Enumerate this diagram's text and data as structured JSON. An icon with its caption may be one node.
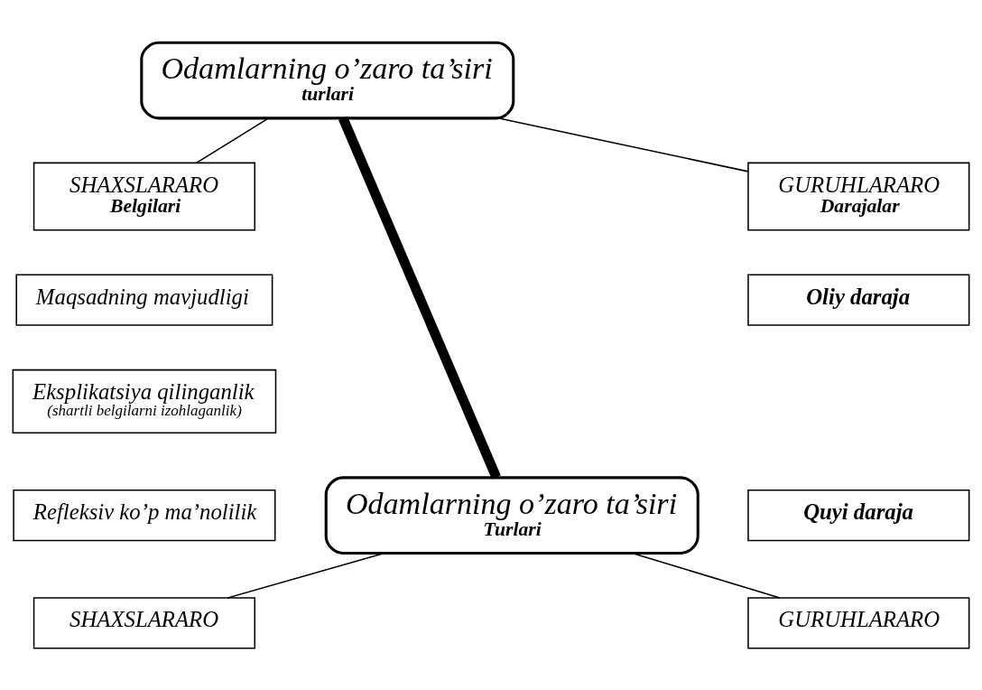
{
  "diagram": {
    "nodes": [
      {
        "text": [
          "Odamlarning o’zaro ta’siri",
          "turlari"
        ]
      },
      {
        "text": [
          "SHAXSLARARO",
          "Belgilari"
        ]
      },
      {
        "text": [
          "GURUHLARARO",
          "Darajalar"
        ]
      },
      {
        "text": [
          "Maqsadning mavjudligi"
        ]
      },
      {
        "text": [
          "Eksplikatsiya qilinganlik",
          "(shartli belgilarni izohlaganlik)"
        ]
      },
      {
        "text": [
          "Oliy daraja"
        ]
      },
      {
        "text": [
          "Refleksiv ko’p ma’nolilik"
        ]
      },
      {
        "text": [
          "Quyi daraja"
        ]
      },
      {
        "text": [
          "SHAXSLARARO"
        ]
      },
      {
        "text": [
          "GURUHLARARO"
        ]
      },
      {
        "text": [
          "Odamlarning o’zaro ta’siri",
          "Turlari"
        ]
      }
    ],
    "edges": [
      {
        "from": 0,
        "to": 1,
        "arrow": "none"
      },
      {
        "from": 0,
        "to": 2,
        "arrow": "none"
      },
      {
        "from": 0,
        "to": 10,
        "arrow": "none",
        "style": "thick"
      },
      {
        "from": 10,
        "to": 8,
        "arrow": "none"
      },
      {
        "from": 10,
        "to": 9,
        "arrow": "none"
      }
    ]
  }
}
